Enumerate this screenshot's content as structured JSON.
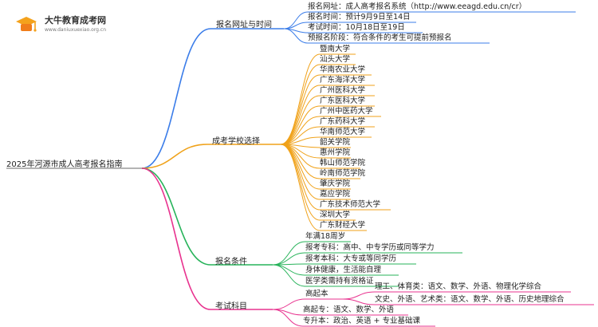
{
  "logo": {
    "title": "大牛教育成考网",
    "url": "www.daniuxuexiao.org.cn"
  },
  "root": "2025年河源市成人高考报名指南",
  "branches": [
    {
      "label": "报名网址与时间",
      "color": "#3b7de9",
      "items": [
        "报名网址：成人高考报名系统（http://www.eeagd.edu.cn/cr）",
        "报名时间：预计9月9日至14日",
        "考试时间：10月18日至19日",
        "预报名阶段：符合条件的考生可提前预报名"
      ]
    },
    {
      "label": "成考学校选择",
      "color": "#f0a21a",
      "items": [
        "暨南大学",
        "汕头大学",
        "华南农业大学",
        "广东海洋大学",
        "广州医科大学",
        "广东医科大学",
        "广州中医药大学",
        "广东药科大学",
        "华南师范大学",
        "韶关学院",
        "惠州学院",
        "韩山师范学院",
        "岭南师范学院",
        "肇庆学院",
        "嘉应学院",
        "广东技术师范大学",
        "深圳大学",
        "广东财经大学"
      ]
    },
    {
      "label": "报名条件",
      "color": "#27b35a",
      "items": [
        "年满18周岁",
        "报考专科：高中、中专学历或同等学力",
        "报考本科：大专或等同学历",
        "身体健康，生活能自理",
        "医学类需持有资格证"
      ]
    },
    {
      "label": "考试科目",
      "color": "#e8338f",
      "items": [
        {
          "label": "高起本",
          "children": [
            "理工、体育类：语文、数学、外语、物理化学综合",
            "文史、外语、艺术类：语文、数学、外语、历史地理综合"
          ]
        },
        {
          "label": "高起专：语文、数学、外语"
        },
        {
          "label": "专升本：政治、英语 + 专业基础课"
        }
      ]
    }
  ]
}
